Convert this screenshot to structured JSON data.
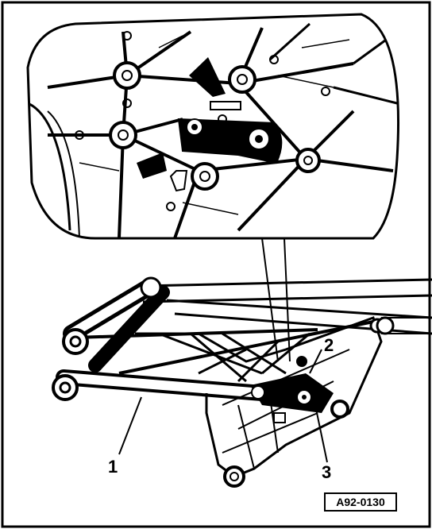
{
  "callouts": {
    "c1": "1",
    "c2": "2",
    "c3": "3"
  },
  "figure_ref": "A92-0130"
}
